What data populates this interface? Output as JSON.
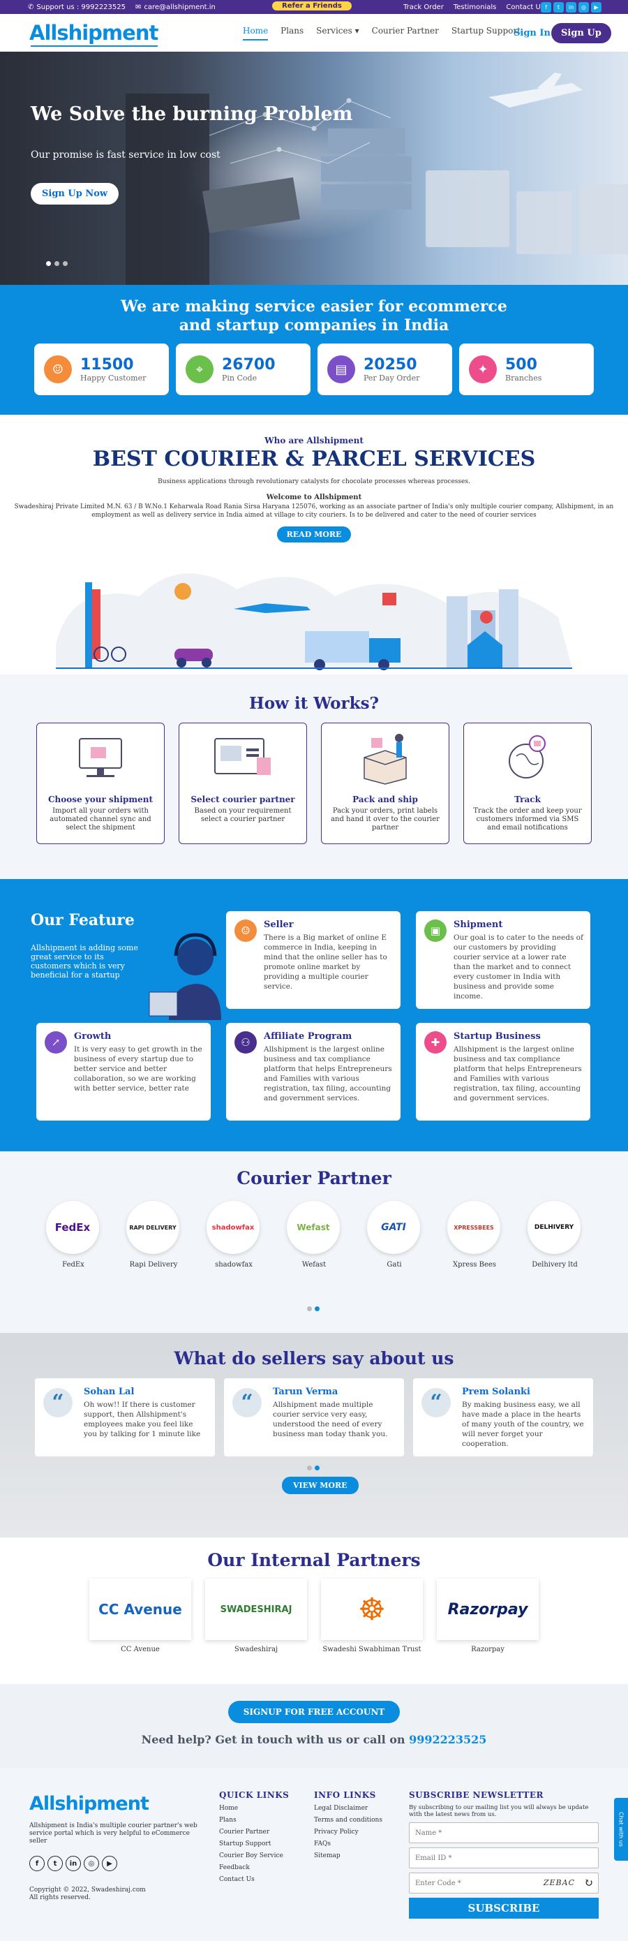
{
  "topbar": {
    "support": "Support us : 9992223525",
    "email": "care@allshipment.in",
    "refer": "Refer a Friends",
    "links": [
      "Track Order",
      "Testimonials",
      "Contact Us"
    ]
  },
  "nav": {
    "logo": "Allshipment",
    "menu": [
      "Home",
      "Plans",
      "Services",
      "Courier Partner",
      "Startup Support"
    ],
    "signin": "Sign In",
    "signup": "Sign Up"
  },
  "hero": {
    "title": "We Solve the burning Problem",
    "subtitle": "Our promise is fast service in low cost",
    "button": "Sign Up Now"
  },
  "stats": {
    "heading": "We are making service easier for ecommerce and startup companies in India",
    "items": [
      {
        "value": "11500",
        "label": "Happy Customer",
        "color": "#f58c3a"
      },
      {
        "value": "26700",
        "label": "Pin Code",
        "color": "#6bc04b"
      },
      {
        "value": "20250",
        "label": "Per Day Order",
        "color": "#7b4fc8"
      },
      {
        "value": "500",
        "label": "Branches",
        "color": "#ee4d8b"
      }
    ]
  },
  "who": {
    "sub": "Who are Allshipment",
    "title": "BEST COURIER & PARCEL SERVICES",
    "desc": "Business applications through revolutionary catalysts for chocolate processes whereas processes.",
    "welcome": "Welcome to Allshipment",
    "para": "Swadeshiraj Private Limited M.N. 63 / B W.No.1 Keharwala Road Rania Sirsa Haryana 125076, working as an associate partner of India's only multiple courier company, Allshipment, in an employment as well as delivery service in India aimed at village to city couriers. Is to be delivered and cater to the need of courier services",
    "button": "READ MORE"
  },
  "how": {
    "title": "How it Works?",
    "steps": [
      {
        "title": "Choose your shipment",
        "text": "Import all your orders with automated channel sync and select the shipment"
      },
      {
        "title": "Select courier partner",
        "text": "Based on your requirement select a courier partner"
      },
      {
        "title": "Pack and ship",
        "text": "Pack your orders, print labels and hand it over to the courier partner"
      },
      {
        "title": "Track",
        "text": "Track the order and keep your customers informed via SMS and email notifications"
      }
    ]
  },
  "feature": {
    "title": "Our Feature",
    "desc": "Allshipment is adding some great service to its customers which is very beneficial for a startup",
    "cards": [
      {
        "title": "Seller",
        "text": "There is a Big market of online E commerce in India, keeping in mind that the online seller has to promote online market by providing a multiple courier service.",
        "color": "#f58c3a"
      },
      {
        "title": "Shipment",
        "text": "Our goal is to cater to the needs of our customers by providing courier service at a lower rate than the market and to connect every customer in India with business and provide some income.",
        "color": "#6bc04b"
      },
      {
        "title": "Growth",
        "text": "It is very easy to get growth in the business of every startup due to better service and better collaboration, so we are working with better service, better rate",
        "color": "#7b4fc8"
      },
      {
        "title": "Affiliate Program",
        "text": "Allshipment is the largest online business and tax compliance platform that helps Entrepreneurs and Families with various registration, tax filing, accounting and government services.",
        "color": "#4a2e8e"
      },
      {
        "title": "Startup Business",
        "text": "Allshipment is the largest online business and tax compliance platform that helps Entrepreneurs and Families with various registration, tax filing, accounting and government services.",
        "color": "#ee4d8b"
      }
    ]
  },
  "partner": {
    "title": "Courier Partner",
    "items": [
      {
        "logo": "FedEx",
        "name": "FedEx",
        "color": "#4d148c"
      },
      {
        "logo": "RAPI DELIVERY",
        "name": "Rapi Delivery",
        "color": "#222222"
      },
      {
        "logo": "shadowfax",
        "name": "shadowfax",
        "color": "#e8303a"
      },
      {
        "logo": "Wefast",
        "name": "Wefast",
        "color": "#7cb342"
      },
      {
        "logo": "GATI",
        "name": "Gati",
        "color": "#1d56a8"
      },
      {
        "logo": "XPRESSBEES",
        "name": "Xpress Bees",
        "color": "#c0392b"
      },
      {
        "logo": "DELHIVERY",
        "name": "Delhivery ltd",
        "color": "#111111"
      }
    ]
  },
  "testimonials": {
    "title": "What do sellers say about us",
    "items": [
      {
        "name": "Sohan Lal",
        "text": "Oh wow!! If there is customer support, then Allshipment's employees make you feel like you by talking for 1 minute like"
      },
      {
        "name": "Tarun Verma",
        "text": "Allshipment made multiple courier service very easy, understood the need of every business man today thank you."
      },
      {
        "name": "Prem Solanki",
        "text": "By making business easy, we all have made a place in the hearts of many youth of the country, we will never forget your cooperation."
      }
    ],
    "button": "VIEW MORE"
  },
  "internal": {
    "title": "Our Internal Partners",
    "items": [
      {
        "logo": "CC Avenue",
        "name": "CC Avenue",
        "color": "#1565c0"
      },
      {
        "logo": "SWADESHIRAJ",
        "name": "Swadeshiraj",
        "color": "#2e7d32"
      },
      {
        "logo": "☸",
        "name": "Swadeshi Swabhiman Trust",
        "color": "#ef6c00"
      },
      {
        "logo": "Razorpay",
        "name": "Razorpay",
        "color": "#0d2366"
      }
    ]
  },
  "cta": {
    "button": "SIGNUP FOR FREE ACCOUNT",
    "help_pre": "Need help? Get in touch with us or call on ",
    "phone": "9992223525"
  },
  "footer": {
    "logo": "Allshipment",
    "about": "Allshipment is India's multiple courier partner's web service portal which is very helpful to eCommerce seller",
    "copy1": "Copyright © 2022, Swadeshiraj.com",
    "copy2": "All rights reserved.",
    "quick_title": "QUICK LINKS",
    "quick": [
      "Home",
      "Plans",
      "Courier Partner",
      "Startup Support",
      "Courier Boy Service",
      "Feedback",
      "Contact Us"
    ],
    "info_title": "INFO LINKS",
    "info": [
      "Legal Disclaimer",
      "Terms and conditions",
      "Privacy Policy",
      "FAQs",
      "Sitemap"
    ],
    "news_title": "SUBSCRIBE NEWSLETTER",
    "news_desc": "By subscribing to our mailing list you will always be update with the latest news from us.",
    "name_ph": "Name *",
    "email_ph": "Email ID *",
    "code_ph": "Enter Code *",
    "captcha": "ZEBAC",
    "subscribe": "SUBSCRIBE",
    "chat": "Chat with us"
  }
}
